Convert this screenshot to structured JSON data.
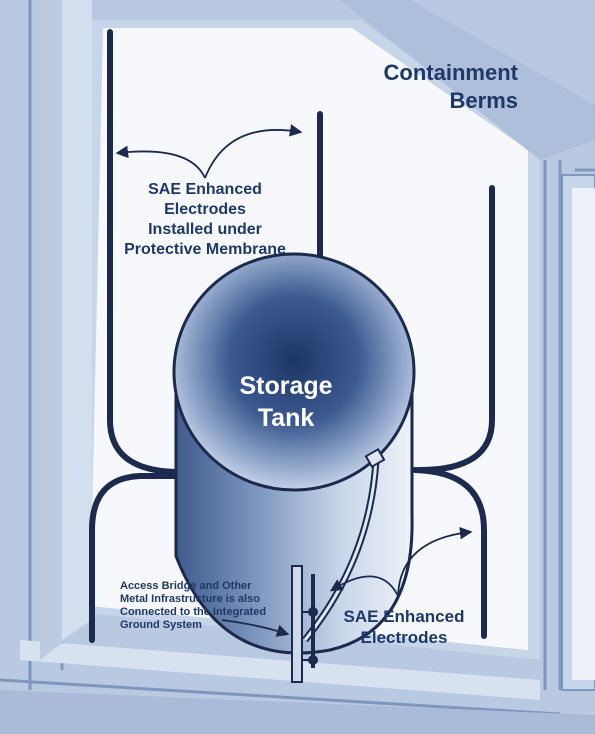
{
  "labels": {
    "berms_line1": "Containment",
    "berms_line2": "Berms",
    "top_electrodes_line1": "SAE Enhanced",
    "top_electrodes_line2": "Electrodes",
    "top_electrodes_line3": "Installed under",
    "top_electrodes_line4": "Protective Membrane",
    "tank_line1": "Storage",
    "tank_line2": "Tank",
    "bottom_electrodes_line1": "SAE Enhanced",
    "bottom_electrodes_line2": "Electrodes",
    "bridge_line1": "Access Bridge and Other",
    "bridge_line2": "Metal Infrastructure is also",
    "bridge_line3": "Connected to the Integrated",
    "bridge_line4": "Ground System"
  },
  "colors": {
    "berm_fill": "#c5d3e7",
    "berm_shadow": "#7d95bd",
    "ground": "#f6f8fb",
    "electrode": "#1b2a4d",
    "label_text": "#1f3966",
    "tank_dark": "#1e3a70",
    "tank_light": "#dfe7f3"
  }
}
